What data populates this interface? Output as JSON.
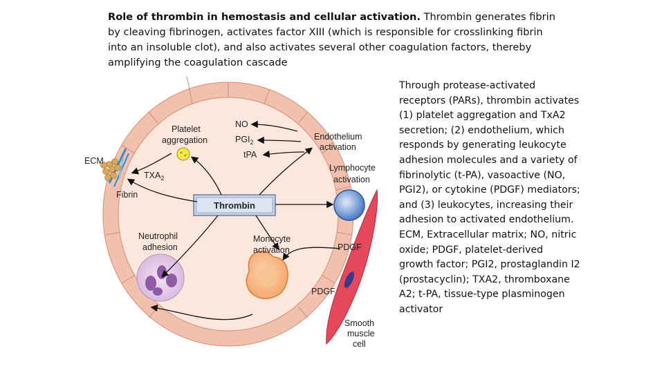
{
  "caption": {
    "title_bold": "Role of thrombin in hemostasis and cellular activation.",
    "body": "Thrombin generates fibrin by cleaving fibrinogen, activates factor XIII (which is responsible for crosslinking fibrin into an insoluble clot), and also activates several other coagulation factors, thereby amplifying the coagulation cascade"
  },
  "side_text": "Through protease-activated receptors (PARs), thrombin activates (1) platelet aggregation and TxA2 secretion; (2) endothelium, which responds by generating leukocyte adhesion molecules and a variety of fibrinolytic (t-PA), vasoactive (NO, PGI2), or cytokine (PDGF) mediators; and (3) leukocytes, increasing their adhesion to activated endothelium. ECM, Extracellular matrix; NO, nitric oxide; PDGF, platelet-derived growth factor; PGI2, prostaglandin I2 (prostacyclin); TXA2, thromboxane A2; t-PA, tissue-type plasminogen activator",
  "diagram": {
    "center": "Thrombin",
    "ecm": "ECM",
    "fibrin": "Fibrin",
    "platelet_1": "Platelet",
    "platelet_2": "aggregation",
    "txa2_main": "TXA",
    "txa2_sub": "2",
    "no": "NO",
    "pgi2_main": "PGI",
    "pgi2_sub": "2",
    "tpa": "tPA",
    "endo_1": "Endothelium",
    "endo_2": "activation",
    "lymph_1": "Lymphocyte",
    "lymph_2": "activation",
    "mono_1": "Monocyte",
    "mono_2": "activation",
    "neutro_1": "Neutrophil",
    "neutro_2": "adhesion",
    "pdgf_right": "PDGF",
    "pdgf_bottom": "PDGF",
    "smooth_1": "Smooth",
    "smooth_2": "muscle",
    "smooth_3": "cell"
  },
  "colors": {
    "cell_ring": "#f1c1ad",
    "cell_ring_border": "#d88a74",
    "interior": "#fbe7dc",
    "thrombin_box": "#c9d3e6",
    "smooth_muscle": "#e5485a",
    "lymphocyte": "#4d7cc7",
    "monocyte": "#f5a568",
    "neutrophil": "#8f5aa6",
    "ecm_blue": "#2d8ed0"
  }
}
